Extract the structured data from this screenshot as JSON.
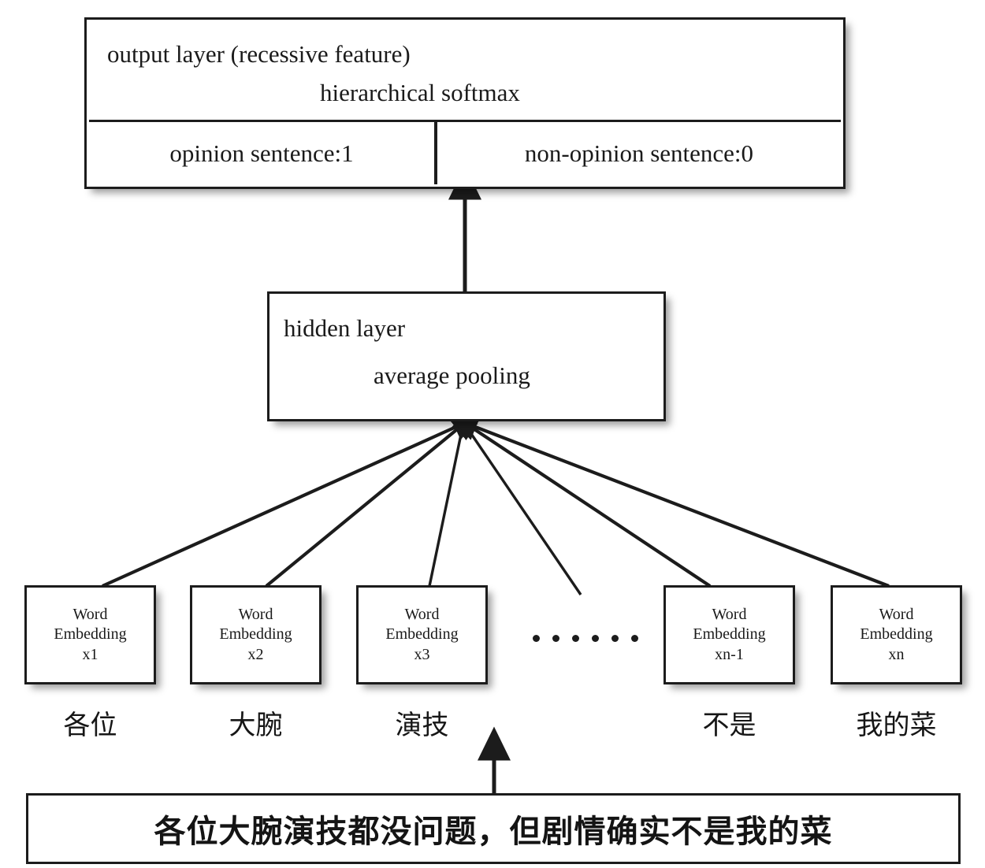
{
  "diagram": {
    "title_hint": "fastText-style sentence classification architecture",
    "output_layer": {
      "line1": "output layer (recessive feature)",
      "line2": "hierarchical softmax",
      "cells": [
        {
          "label": "opinion sentence:1"
        },
        {
          "label": "non-opinion sentence:0"
        }
      ]
    },
    "hidden_layer": {
      "line1": "hidden layer",
      "line2": "average pooling"
    },
    "embedding_boxes": [
      {
        "l1": "Word",
        "l2": "Embedding",
        "l3": "x1"
      },
      {
        "l1": "Word",
        "l2": "Embedding",
        "l3": "x2"
      },
      {
        "l1": "Word",
        "l2": "Embedding",
        "l3": "x3"
      },
      {
        "l1": "Word",
        "l2": "Embedding",
        "l3": "xn-1"
      },
      {
        "l1": "Word",
        "l2": "Embedding",
        "l3": "xn"
      }
    ],
    "token_labels": [
      "各位",
      "大腕",
      "演技",
      "不是",
      "我的菜"
    ],
    "ellipsis": "······",
    "input_sentence": "各位大腕演技都没问题，但剧情确实不是我的菜",
    "colors": {
      "stroke": "#1c1c1c",
      "background": "#ffffff",
      "text": "#1a1a1a",
      "shadow": "rgba(0,0,0,0.38)"
    }
  }
}
